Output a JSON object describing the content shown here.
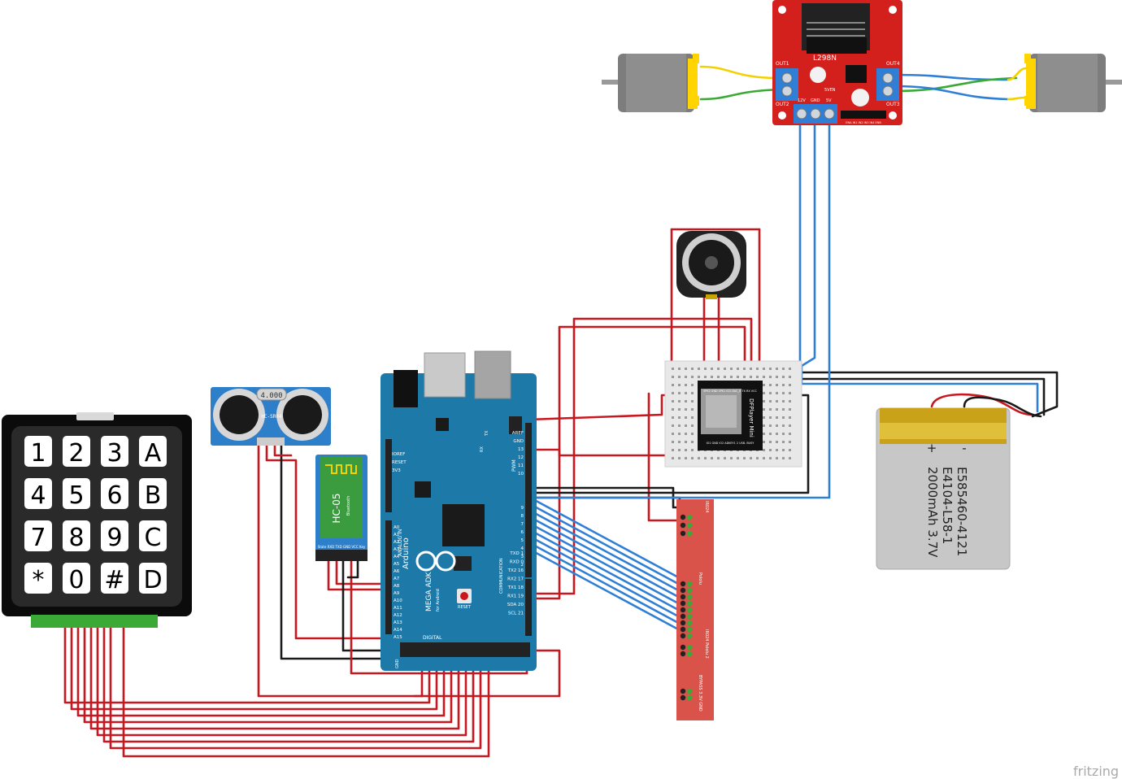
{
  "keypad": {
    "keys": [
      "1",
      "2",
      "3",
      "A",
      "4",
      "5",
      "6",
      "B",
      "7",
      "8",
      "9",
      "C",
      "*",
      "0",
      "#",
      "D"
    ]
  },
  "ultrasonic": {
    "model": "HC-SR04",
    "crystal": "4.000"
  },
  "bluetooth": {
    "model": "HC-05",
    "sub": "Bluetooth",
    "pins": "State RXD TXD GND VCC Key"
  },
  "arduino": {
    "brand": "Arduino",
    "model": "MEGA ADK",
    "sub": "for Android",
    "reset": "RESET",
    "analog_in": "ANALOG IN",
    "digital": "DIGITAL",
    "pwm": "PWM",
    "communication": "COMMUNICATION",
    "comm_pins": [
      "TXD 1",
      "RXD 0",
      "TX2 16",
      "RX2 17",
      "TX1 18",
      "RX1 19",
      "SDA 20",
      "SCL 21"
    ],
    "analog_pins": [
      "A0",
      "A1",
      "A2",
      "A3",
      "A4",
      "A5",
      "A6",
      "A7",
      "A8",
      "A9",
      "A10",
      "A11",
      "A12",
      "A13",
      "A14",
      "A15"
    ],
    "power_pins": [
      "IOREF",
      "RESET",
      "3V3"
    ],
    "top_pins": [
      "AREF",
      "GND",
      "13",
      "12",
      "11",
      "10"
    ],
    "pwm_pins": [
      "9",
      "8",
      "7",
      "6",
      "5",
      "4",
      "3",
      "2"
    ],
    "txrx": [
      "TX",
      "RX"
    ],
    "gnd": "GND"
  },
  "driver": {
    "model": "L298N",
    "out1": "OUT1",
    "out2": "OUT2",
    "out3": "OUT3",
    "out4": "OUT4",
    "power_labels": [
      "12V",
      "GND",
      "5V"
    ],
    "sven": "5VEN",
    "inputs": "ENA IN1 IN2 IN3 IN4 ENB"
  },
  "mp3": {
    "model": "DFPlayer Mini",
    "top_pins": "SPK2 GND SPK1 IO2 DAC_R TX RX VCC",
    "bottom_pins": "IO1 GND IO2 ADKEY1 2 USB- BUSY"
  },
  "battery": {
    "line1": "E585460-4121",
    "line2": "E4104-L58-1",
    "line3": "2000mAh 3.7V",
    "plus": "+",
    "minus": "-"
  },
  "sensor_strip": {
    "label1": "IR024",
    "label2": "Pololu",
    "label3": "IR024 Pololu 2",
    "bottom": "BYPASS 3.3V GND"
  },
  "watermark": "fritzing",
  "colors": {
    "wire_red": "#c8171e",
    "wire_blue": "#2f7fd6",
    "wire_black": "#1a1a1a",
    "wire_yellow": "#f2d100",
    "wire_green": "#3aa935",
    "arduino_board": "#1d7aa8",
    "driver_board": "#d3201c",
    "sensor_board": "#d9534a"
  }
}
